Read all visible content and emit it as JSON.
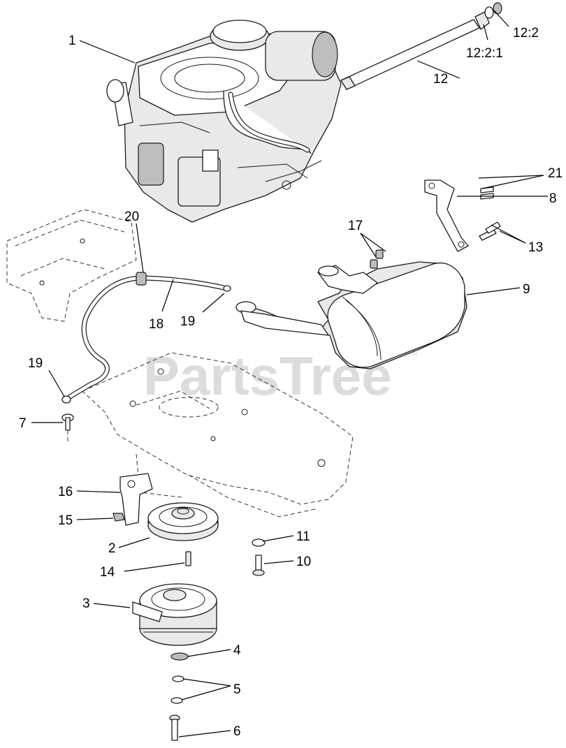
{
  "watermark": {
    "text": "PartsTree",
    "trademark": "™"
  },
  "callouts": {
    "c1": "1",
    "c2": "2",
    "c3": "3",
    "c4": "4",
    "c5": "5",
    "c6": "6",
    "c7": "7",
    "c8": "8",
    "c9": "9",
    "c10": "10",
    "c11": "11",
    "c12": "12",
    "c12_2": "12:2",
    "c12_2_1": "12:2:1",
    "c13": "13",
    "c14": "14",
    "c15": "15",
    "c16": "16",
    "c17": "17",
    "c18": "18",
    "c19a": "19",
    "c19b": "19",
    "c20": "20",
    "c21": "21"
  }
}
